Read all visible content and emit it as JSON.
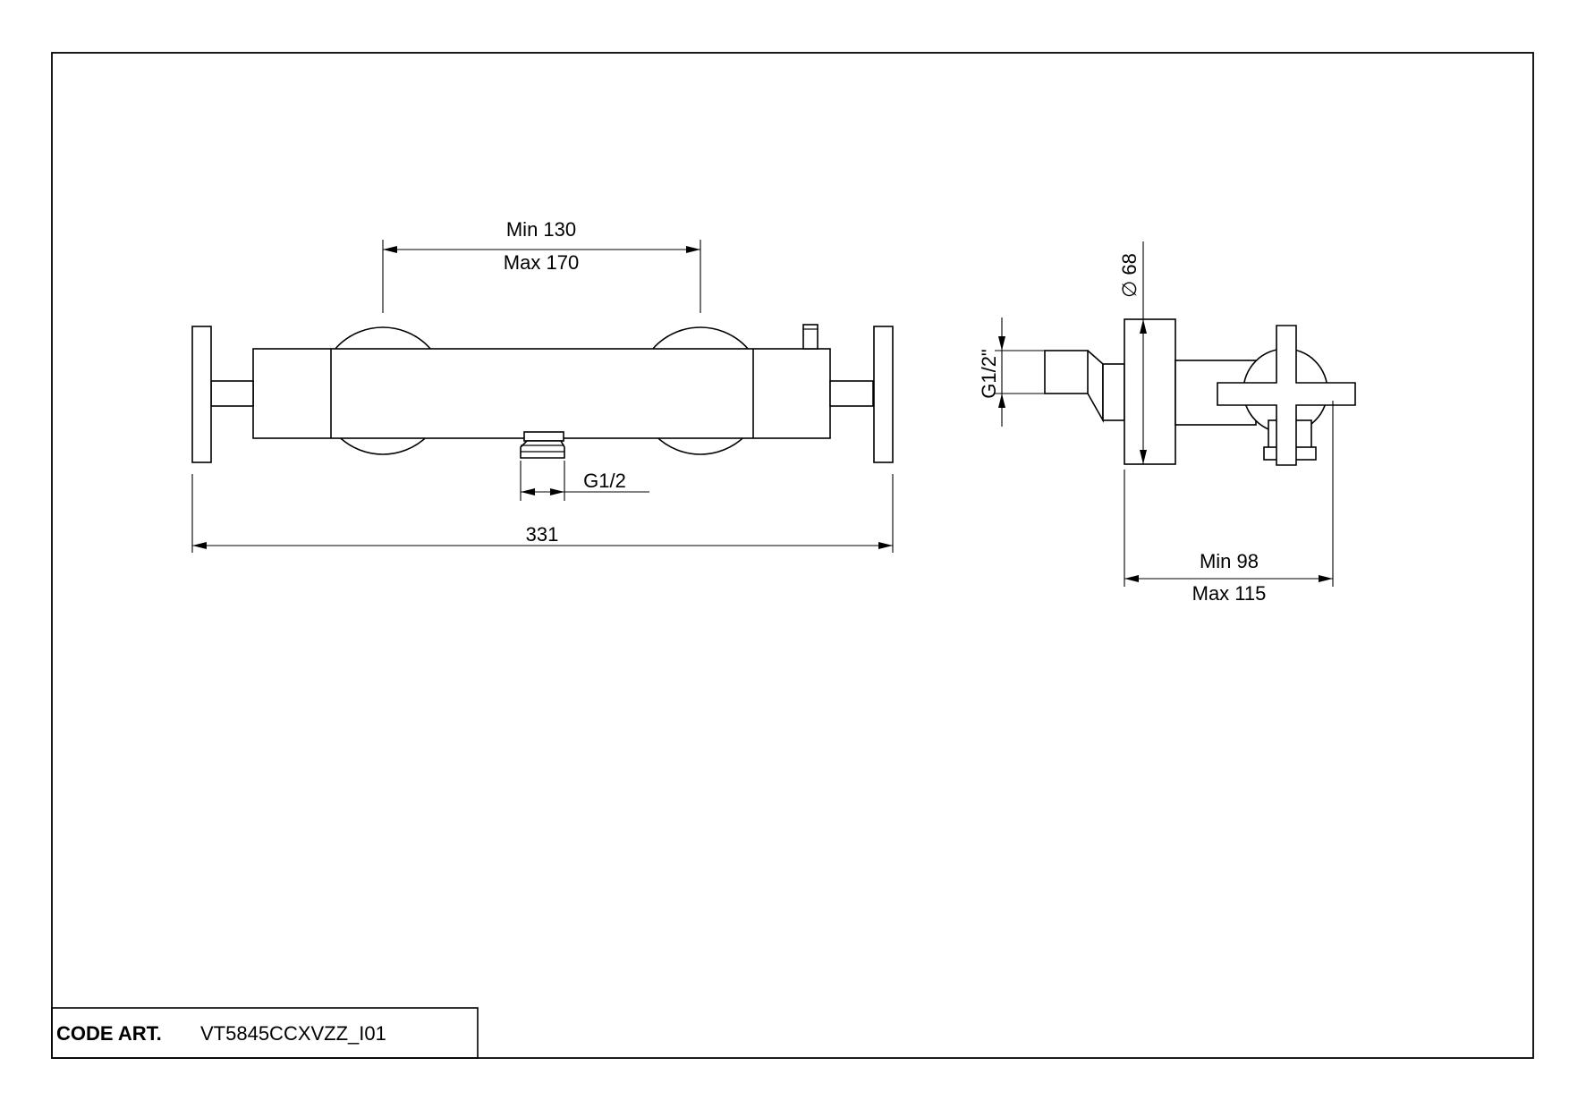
{
  "dimensions": {
    "center_distance_min": "Min 130",
    "center_distance_max": "Max 170",
    "outlet_thread": "G1/2",
    "overall_width": "331",
    "inlet_thread": "G1/2\"",
    "wall_plate_diameter": "∅ 68",
    "depth_min": "Min 98",
    "depth_max": "Max 115"
  },
  "title_block": {
    "code_label": "CODE ART.",
    "code_value": "VT5845CCXVZZ_I01"
  }
}
